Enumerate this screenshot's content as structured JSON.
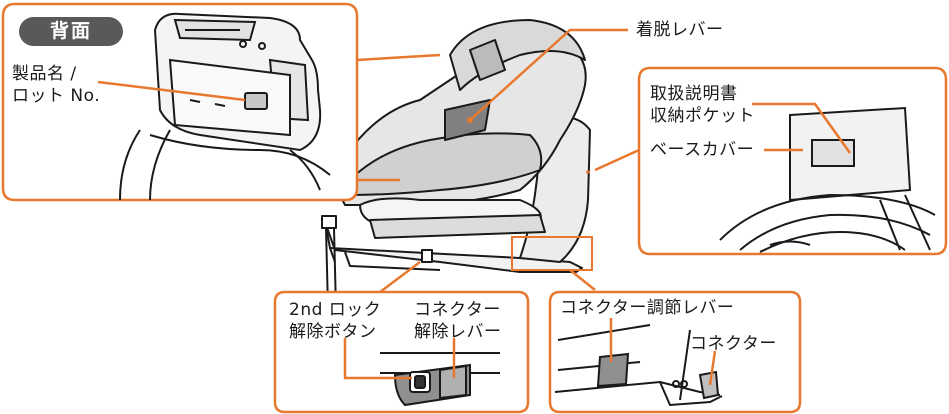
{
  "badge_back": "背面",
  "labels": {
    "product_name": "製品名 /",
    "lot_no": "ロット No.",
    "release_lever": "着脱レバー",
    "manual_pocket_1": "取扱説明書",
    "manual_pocket_2": "収納ポケット",
    "base_cover": "ベースカバー",
    "second_lock_1": "2nd ロック",
    "second_lock_2": "解除ボタン",
    "connector_release_1": "コネクター",
    "connector_release_2": "解除レバー",
    "connector_adjust_lever": "コネクター調節レバー",
    "connector": "コネクター"
  },
  "colors": {
    "accent": "#e8782e",
    "badge": "#595959",
    "line": "#1a1a1a",
    "fill": "#9a9a9a"
  }
}
